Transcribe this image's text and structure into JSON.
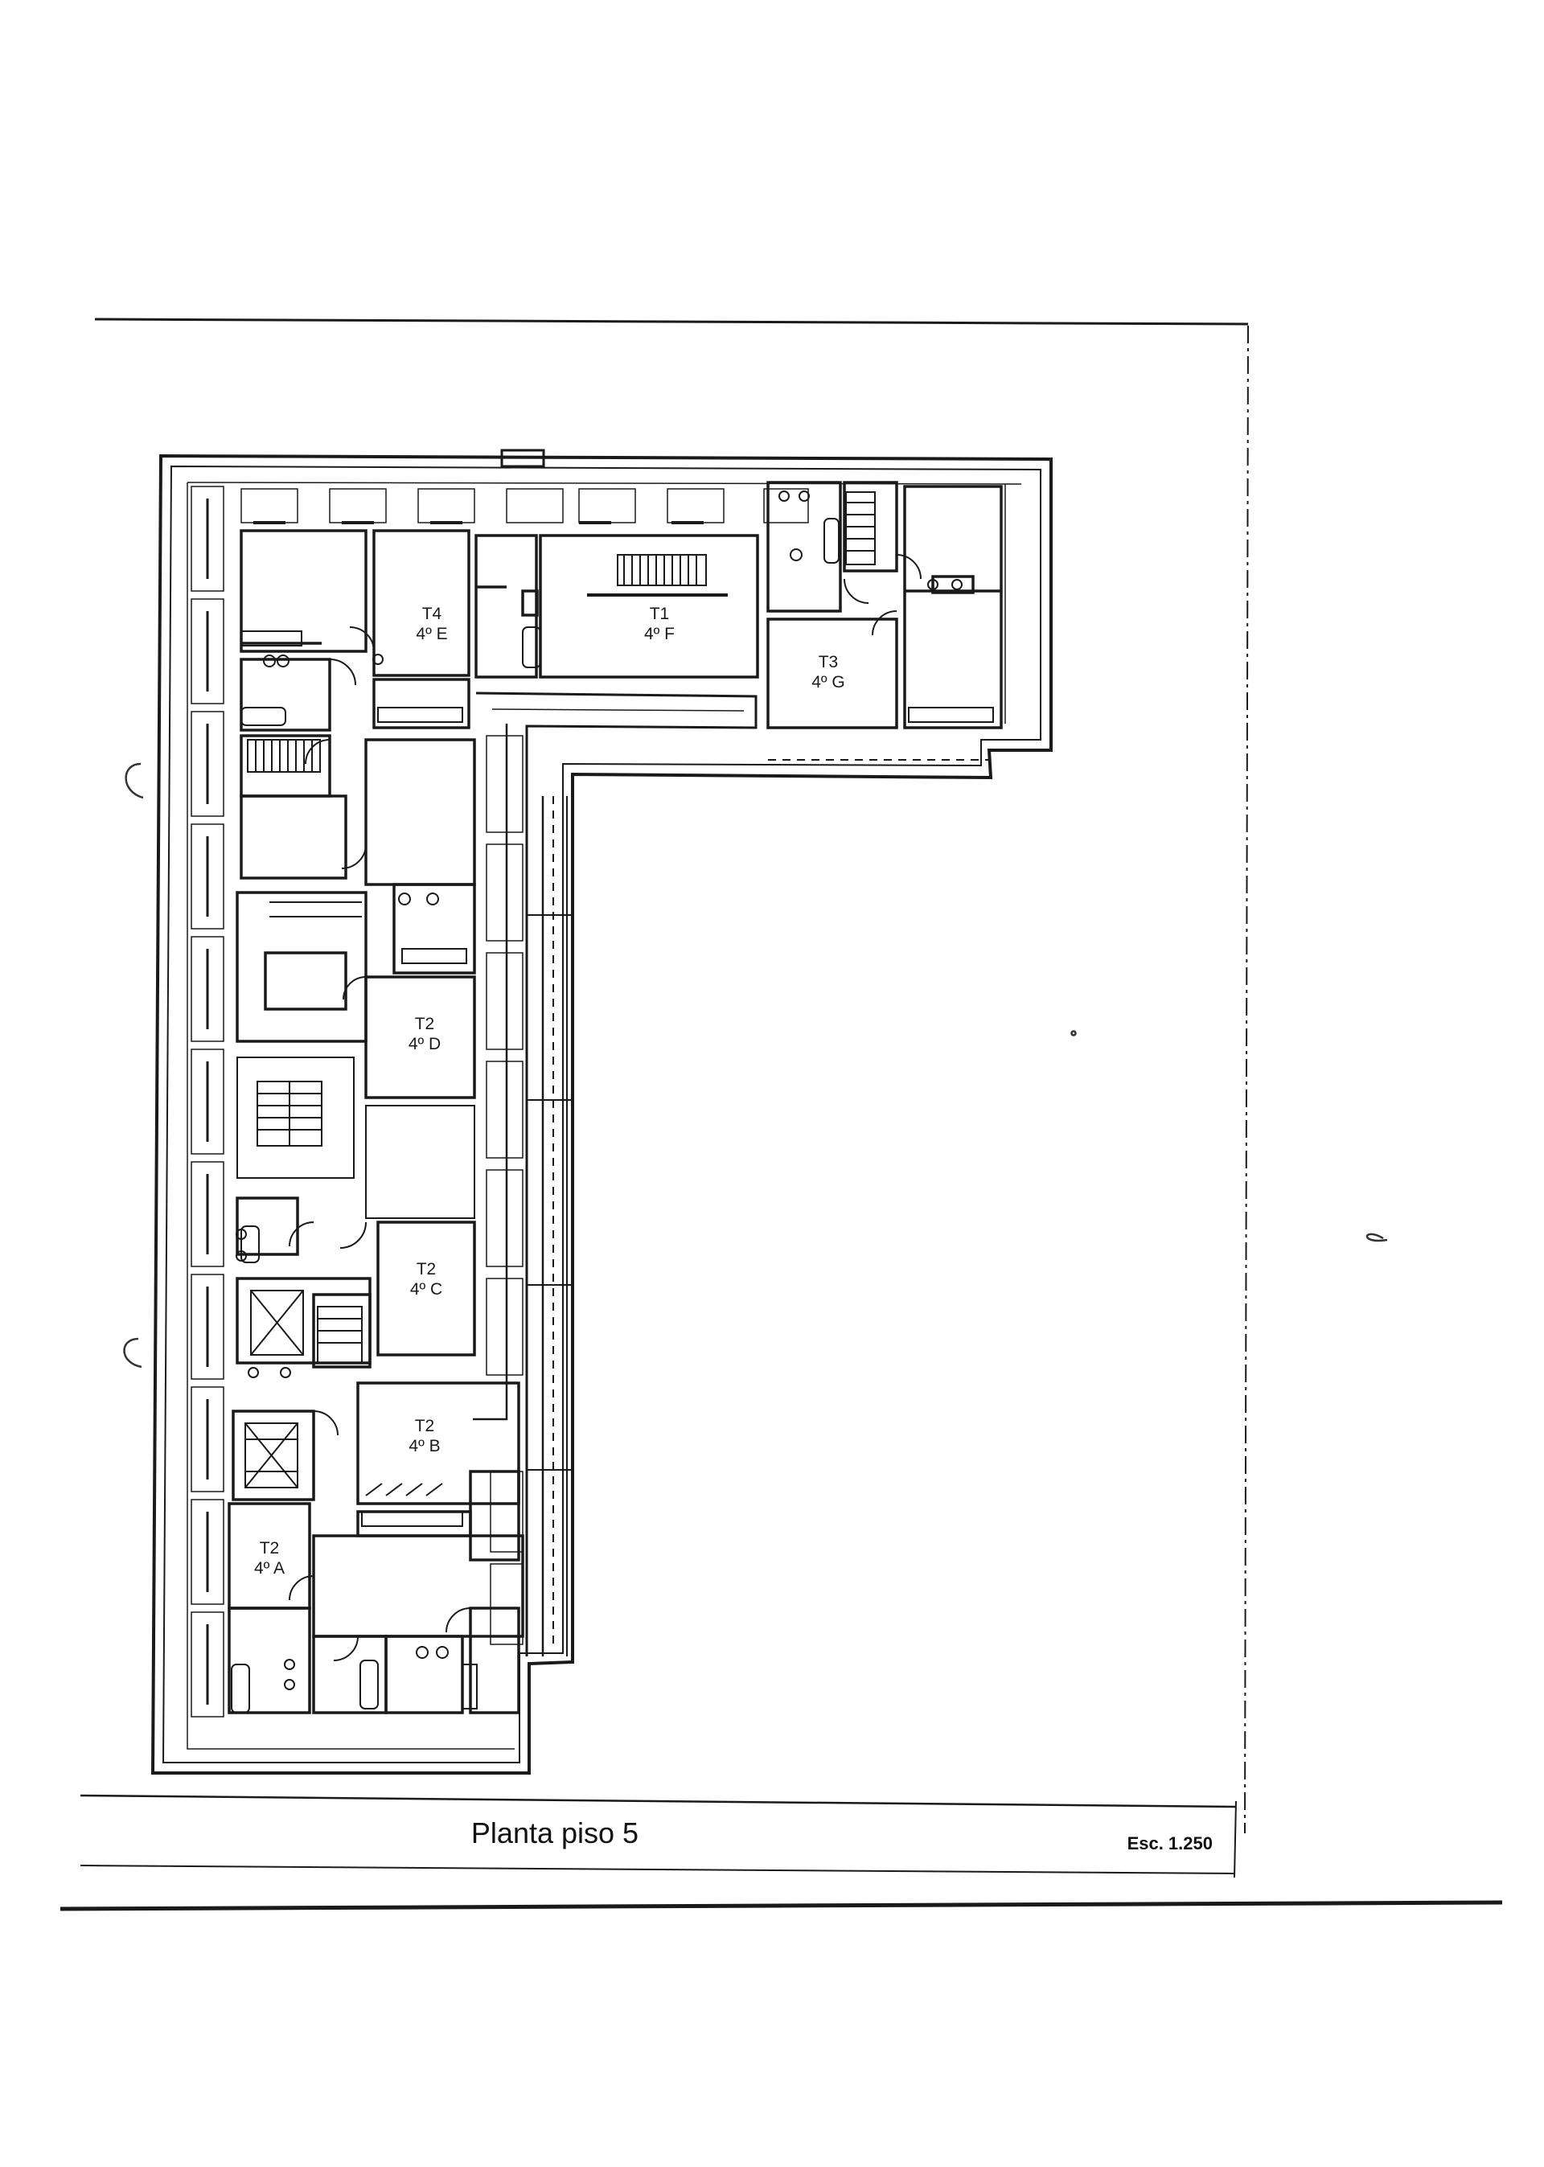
{
  "title": "Planta piso 5",
  "scale": "Esc. 1.250",
  "colors": {
    "ink": "#1a1a1a",
    "paper": "#ffffff"
  },
  "units": [
    {
      "type": "T4",
      "code": "4º E"
    },
    {
      "type": "T1",
      "code": "4º F"
    },
    {
      "type": "T3",
      "code": "4º G"
    },
    {
      "type": "T2",
      "code": "4º D"
    },
    {
      "type": "T2",
      "code": "4º C"
    },
    {
      "type": "T2",
      "code": "4º B"
    },
    {
      "type": "T2",
      "code": "4º A"
    }
  ]
}
